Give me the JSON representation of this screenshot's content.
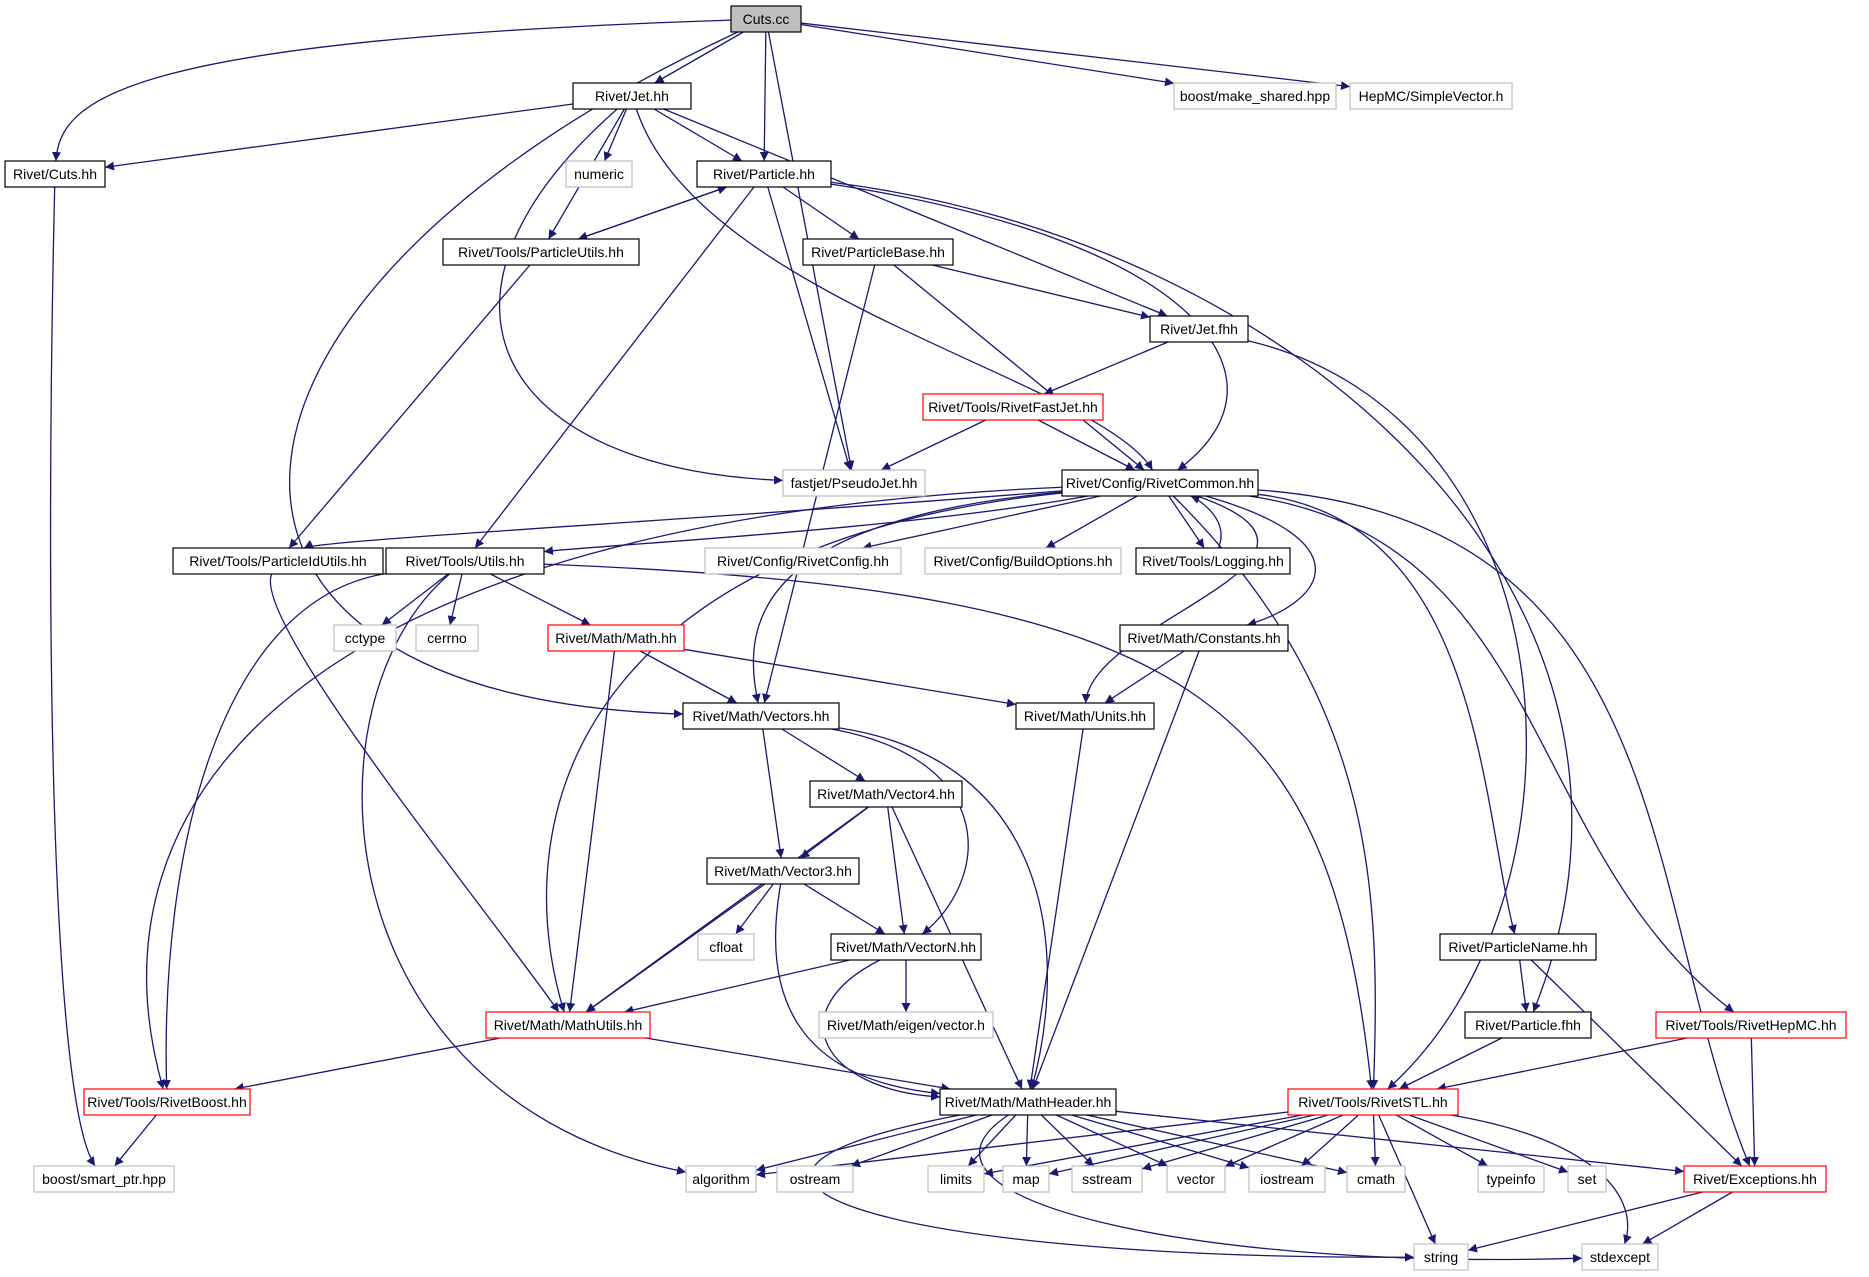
{
  "colors": {
    "edge": "#191970",
    "border_default": "#000000",
    "border_missing": "#bfbfbf",
    "border_truncated": "#ff0000",
    "root_fill": "#bfbfbf",
    "node_fill": "#ffffff"
  },
  "nodes": [
    {
      "id": "cuts_cc",
      "label": "Cuts.cc",
      "kind": "root"
    },
    {
      "id": "jet_hh",
      "label": "Rivet/Jet.hh",
      "kind": "default"
    },
    {
      "id": "boost_make_shared",
      "label": "boost/make_shared.hpp",
      "kind": "missing"
    },
    {
      "id": "hepmc_simplevector",
      "label": "HepMC/SimpleVector.h",
      "kind": "missing"
    },
    {
      "id": "cuts_hh",
      "label": "Rivet/Cuts.hh",
      "kind": "default"
    },
    {
      "id": "numeric",
      "label": "numeric",
      "kind": "missing"
    },
    {
      "id": "particle_hh",
      "label": "Rivet/Particle.hh",
      "kind": "default"
    },
    {
      "id": "particleutils_hh",
      "label": "Rivet/Tools/ParticleUtils.hh",
      "kind": "default"
    },
    {
      "id": "particlebase_hh",
      "label": "Rivet/ParticleBase.hh",
      "kind": "default"
    },
    {
      "id": "jet_fhh",
      "label": "Rivet/Jet.fhh",
      "kind": "default"
    },
    {
      "id": "rivetfastjet_hh",
      "label": "Rivet/Tools/RivetFastJet.hh",
      "kind": "truncated"
    },
    {
      "id": "pseudojet_hh",
      "label": "fastjet/PseudoJet.hh",
      "kind": "missing"
    },
    {
      "id": "rivetcommon_hh",
      "label": "Rivet/Config/RivetCommon.hh",
      "kind": "default"
    },
    {
      "id": "particleidutils_hh",
      "label": "Rivet/Tools/ParticleIdUtils.hh",
      "kind": "default"
    },
    {
      "id": "utils_hh",
      "label": "Rivet/Tools/Utils.hh",
      "kind": "default"
    },
    {
      "id": "rivetconfig_hh",
      "label": "Rivet/Config/RivetConfig.hh",
      "kind": "missing"
    },
    {
      "id": "buildoptions_hh",
      "label": "Rivet/Config/BuildOptions.hh",
      "kind": "missing"
    },
    {
      "id": "logging_hh",
      "label": "Rivet/Tools/Logging.hh",
      "kind": "default"
    },
    {
      "id": "cctype",
      "label": "cctype",
      "kind": "missing"
    },
    {
      "id": "cerrno",
      "label": "cerrno",
      "kind": "missing"
    },
    {
      "id": "math_hh",
      "label": "Rivet/Math/Math.hh",
      "kind": "truncated"
    },
    {
      "id": "constants_hh",
      "label": "Rivet/Math/Constants.hh",
      "kind": "default"
    },
    {
      "id": "vectors_hh",
      "label": "Rivet/Math/Vectors.hh",
      "kind": "default"
    },
    {
      "id": "units_hh",
      "label": "Rivet/Math/Units.hh",
      "kind": "default"
    },
    {
      "id": "vector4_hh",
      "label": "Rivet/Math/Vector4.hh",
      "kind": "default"
    },
    {
      "id": "vector3_hh",
      "label": "Rivet/Math/Vector3.hh",
      "kind": "default"
    },
    {
      "id": "cfloat",
      "label": "cfloat",
      "kind": "missing"
    },
    {
      "id": "vectorn_hh",
      "label": "Rivet/Math/VectorN.hh",
      "kind": "default"
    },
    {
      "id": "particlename_hh",
      "label": "Rivet/ParticleName.hh",
      "kind": "default"
    },
    {
      "id": "mathutils_hh",
      "label": "Rivet/Math/MathUtils.hh",
      "kind": "truncated"
    },
    {
      "id": "eigen_vector_h",
      "label": "Rivet/Math/eigen/vector.h",
      "kind": "missing"
    },
    {
      "id": "particle_fhh",
      "label": "Rivet/Particle.fhh",
      "kind": "default"
    },
    {
      "id": "rivethepmc_hh",
      "label": "Rivet/Tools/RivetHepMC.hh",
      "kind": "truncated"
    },
    {
      "id": "rivetboost_hh",
      "label": "Rivet/Tools/RivetBoost.hh",
      "kind": "truncated"
    },
    {
      "id": "mathheader_hh",
      "label": "Rivet/Math/MathHeader.hh",
      "kind": "default"
    },
    {
      "id": "rivetstl_hh",
      "label": "Rivet/Tools/RivetSTL.hh",
      "kind": "truncated"
    },
    {
      "id": "smart_ptr",
      "label": "boost/smart_ptr.hpp",
      "kind": "missing"
    },
    {
      "id": "algorithm",
      "label": "algorithm",
      "kind": "missing"
    },
    {
      "id": "ostream",
      "label": "ostream",
      "kind": "missing"
    },
    {
      "id": "limits",
      "label": "limits",
      "kind": "missing"
    },
    {
      "id": "map",
      "label": "map",
      "kind": "missing"
    },
    {
      "id": "sstream",
      "label": "sstream",
      "kind": "missing"
    },
    {
      "id": "vector",
      "label": "vector",
      "kind": "missing"
    },
    {
      "id": "iostream",
      "label": "iostream",
      "kind": "missing"
    },
    {
      "id": "cmath",
      "label": "cmath",
      "kind": "missing"
    },
    {
      "id": "typeinfo",
      "label": "typeinfo",
      "kind": "missing"
    },
    {
      "id": "set",
      "label": "set",
      "kind": "missing"
    },
    {
      "id": "exceptions_hh",
      "label": "Rivet/Exceptions.hh",
      "kind": "truncated"
    },
    {
      "id": "string",
      "label": "string",
      "kind": "missing"
    },
    {
      "id": "stdexcept",
      "label": "stdexcept",
      "kind": "missing"
    }
  ],
  "edges": [
    [
      "cuts_cc",
      "jet_hh"
    ],
    [
      "cuts_cc",
      "cuts_hh"
    ],
    [
      "cuts_cc",
      "particle_hh"
    ],
    [
      "cuts_cc",
      "vectors_hh"
    ],
    [
      "cuts_cc",
      "pseudojet_hh"
    ],
    [
      "cuts_cc",
      "boost_make_shared"
    ],
    [
      "cuts_cc",
      "hepmc_simplevector"
    ],
    [
      "jet_hh",
      "cuts_hh"
    ],
    [
      "jet_hh",
      "numeric"
    ],
    [
      "jet_hh",
      "particle_hh"
    ],
    [
      "jet_hh",
      "particleutils_hh"
    ],
    [
      "jet_hh",
      "jet_fhh"
    ],
    [
      "jet_hh",
      "pseudojet_hh"
    ],
    [
      "jet_hh",
      "rivetcommon_hh"
    ],
    [
      "cuts_hh",
      "smart_ptr"
    ],
    [
      "particle_hh",
      "particleutils_hh"
    ],
    [
      "particle_hh",
      "particlebase_hh"
    ],
    [
      "particle_hh",
      "pseudojet_hh"
    ],
    [
      "particle_hh",
      "utils_hh"
    ],
    [
      "particle_hh",
      "rivetcommon_hh"
    ],
    [
      "particle_hh",
      "particle_fhh"
    ],
    [
      "particleutils_hh",
      "particle_hh"
    ],
    [
      "particleutils_hh",
      "particleidutils_hh"
    ],
    [
      "particlebase_hh",
      "jet_fhh"
    ],
    [
      "particlebase_hh",
      "rivetcommon_hh"
    ],
    [
      "particlebase_hh",
      "vectors_hh"
    ],
    [
      "jet_fhh",
      "rivetfastjet_hh"
    ],
    [
      "jet_fhh",
      "rivetstl_hh"
    ],
    [
      "rivetfastjet_hh",
      "pseudojet_hh"
    ],
    [
      "rivetfastjet_hh",
      "rivetcommon_hh"
    ],
    [
      "rivetcommon_hh",
      "particleidutils_hh"
    ],
    [
      "rivetcommon_hh",
      "utils_hh"
    ],
    [
      "rivetcommon_hh",
      "rivetconfig_hh"
    ],
    [
      "rivetcommon_hh",
      "buildoptions_hh"
    ],
    [
      "rivetcommon_hh",
      "logging_hh"
    ],
    [
      "rivetcommon_hh",
      "constants_hh"
    ],
    [
      "rivetcommon_hh",
      "units_hh"
    ],
    [
      "rivetcommon_hh",
      "vectors_hh"
    ],
    [
      "rivetcommon_hh",
      "mathutils_hh"
    ],
    [
      "rivetcommon_hh",
      "rivetboost_hh"
    ],
    [
      "rivetcommon_hh",
      "rivetstl_hh"
    ],
    [
      "rivetcommon_hh",
      "particlename_hh"
    ],
    [
      "rivetcommon_hh",
      "rivethepmc_hh"
    ],
    [
      "rivetcommon_hh",
      "exceptions_hh"
    ],
    [
      "logging_hh",
      "rivetcommon_hh"
    ],
    [
      "particleidutils_hh",
      "mathutils_hh"
    ],
    [
      "utils_hh",
      "cctype"
    ],
    [
      "utils_hh",
      "cerrno"
    ],
    [
      "utils_hh",
      "math_hh"
    ],
    [
      "utils_hh",
      "rivetboost_hh"
    ],
    [
      "utils_hh",
      "algorithm"
    ],
    [
      "utils_hh",
      "rivetstl_hh"
    ],
    [
      "math_hh",
      "vectors_hh"
    ],
    [
      "math_hh",
      "units_hh"
    ],
    [
      "math_hh",
      "mathutils_hh"
    ],
    [
      "constants_hh",
      "units_hh"
    ],
    [
      "constants_hh",
      "mathheader_hh"
    ],
    [
      "units_hh",
      "mathheader_hh"
    ],
    [
      "vectors_hh",
      "vector4_hh"
    ],
    [
      "vectors_hh",
      "vector3_hh"
    ],
    [
      "vectors_hh",
      "vectorn_hh"
    ],
    [
      "vectors_hh",
      "mathheader_hh"
    ],
    [
      "vector4_hh",
      "vector3_hh"
    ],
    [
      "vector4_hh",
      "vectorn_hh"
    ],
    [
      "vector4_hh",
      "mathutils_hh"
    ],
    [
      "vector4_hh",
      "mathheader_hh"
    ],
    [
      "vector3_hh",
      "cfloat"
    ],
    [
      "vector3_hh",
      "vectorn_hh"
    ],
    [
      "vector3_hh",
      "mathutils_hh"
    ],
    [
      "vector3_hh",
      "mathheader_hh"
    ],
    [
      "vectorn_hh",
      "eigen_vector_h"
    ],
    [
      "vectorn_hh",
      "mathutils_hh"
    ],
    [
      "vectorn_hh",
      "mathheader_hh"
    ],
    [
      "mathutils_hh",
      "rivetboost_hh"
    ],
    [
      "mathutils_hh",
      "mathheader_hh"
    ],
    [
      "rivetboost_hh",
      "smart_ptr"
    ],
    [
      "particlename_hh",
      "particle_fhh"
    ],
    [
      "particlename_hh",
      "exceptions_hh"
    ],
    [
      "particle_fhh",
      "rivetstl_hh"
    ],
    [
      "rivethepmc_hh",
      "rivetstl_hh"
    ],
    [
      "rivethepmc_hh",
      "exceptions_hh"
    ],
    [
      "mathheader_hh",
      "algorithm"
    ],
    [
      "mathheader_hh",
      "ostream"
    ],
    [
      "mathheader_hh",
      "limits"
    ],
    [
      "mathheader_hh",
      "map"
    ],
    [
      "mathheader_hh",
      "sstream"
    ],
    [
      "mathheader_hh",
      "vector"
    ],
    [
      "mathheader_hh",
      "iostream"
    ],
    [
      "mathheader_hh",
      "cmath"
    ],
    [
      "mathheader_hh",
      "exceptions_hh"
    ],
    [
      "mathheader_hh",
      "string"
    ],
    [
      "mathheader_hh",
      "stdexcept"
    ],
    [
      "rivetstl_hh",
      "algorithm"
    ],
    [
      "rivetstl_hh",
      "limits"
    ],
    [
      "rivetstl_hh",
      "map"
    ],
    [
      "rivetstl_hh",
      "sstream"
    ],
    [
      "rivetstl_hh",
      "vector"
    ],
    [
      "rivetstl_hh",
      "iostream"
    ],
    [
      "rivetstl_hh",
      "cmath"
    ],
    [
      "rivetstl_hh",
      "typeinfo"
    ],
    [
      "rivetstl_hh",
      "set"
    ],
    [
      "rivetstl_hh",
      "string"
    ],
    [
      "rivetstl_hh",
      "stdexcept"
    ],
    [
      "exceptions_hh",
      "string"
    ],
    [
      "exceptions_hh",
      "stdexcept"
    ]
  ]
}
